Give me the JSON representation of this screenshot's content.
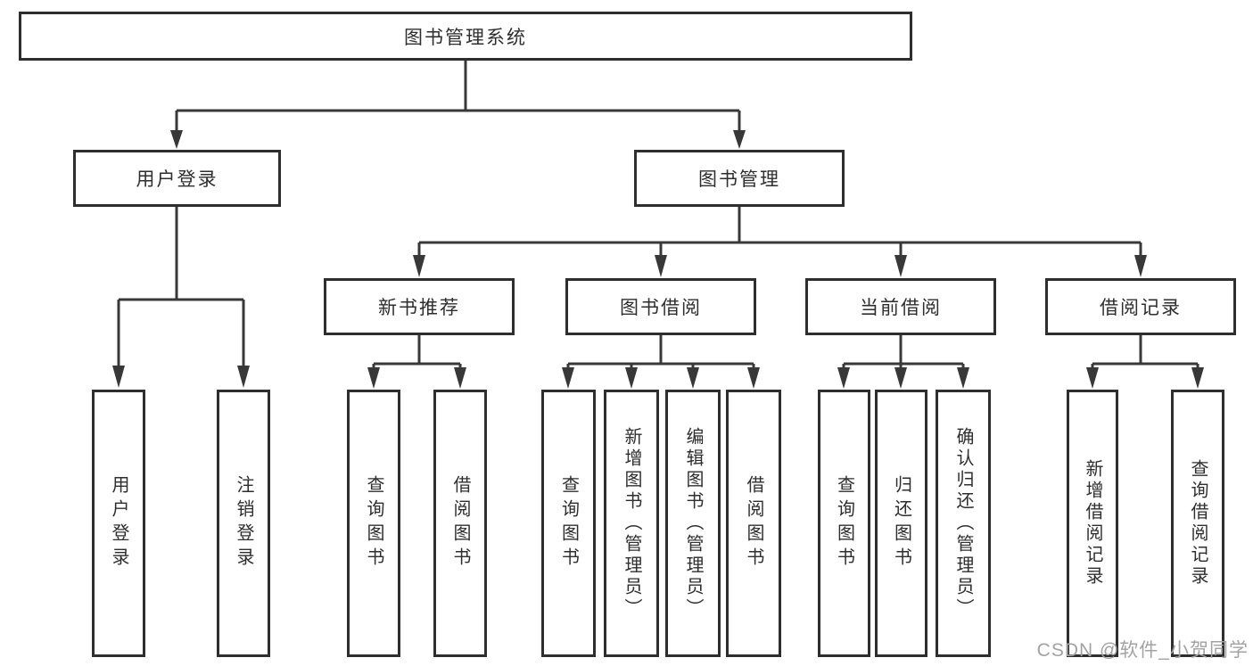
{
  "diagram": {
    "title": "图书管理系统",
    "nodes": {
      "root": "图书管理系统",
      "user_login": "用户登录",
      "book_mgmt": "图书管理",
      "new_books": "新书推荐",
      "book_borrow": "图书借阅",
      "current_borrow": "当前借阅",
      "borrow_records": "借阅记录",
      "ul_children": [
        "用户登录",
        "注销登录"
      ],
      "nb_children": [
        "查询图书",
        "借阅图书"
      ],
      "bb_children": [
        "查询图书",
        "新增图书（管理员）",
        "编辑图书（管理员）",
        "借阅图书"
      ],
      "cb_children": [
        "查询图书",
        "归还图书",
        "确认归还（管理员）"
      ],
      "br_children": [
        "新增借阅记录",
        "查询借阅记录"
      ]
    },
    "colors": {
      "background": "#ffffff",
      "line": "#383838",
      "box_border": "#2e2e2e",
      "text": "#2e2e2e",
      "watermark": "#a2a2a2"
    }
  },
  "watermark": "CSDN @软件_小贺同学"
}
